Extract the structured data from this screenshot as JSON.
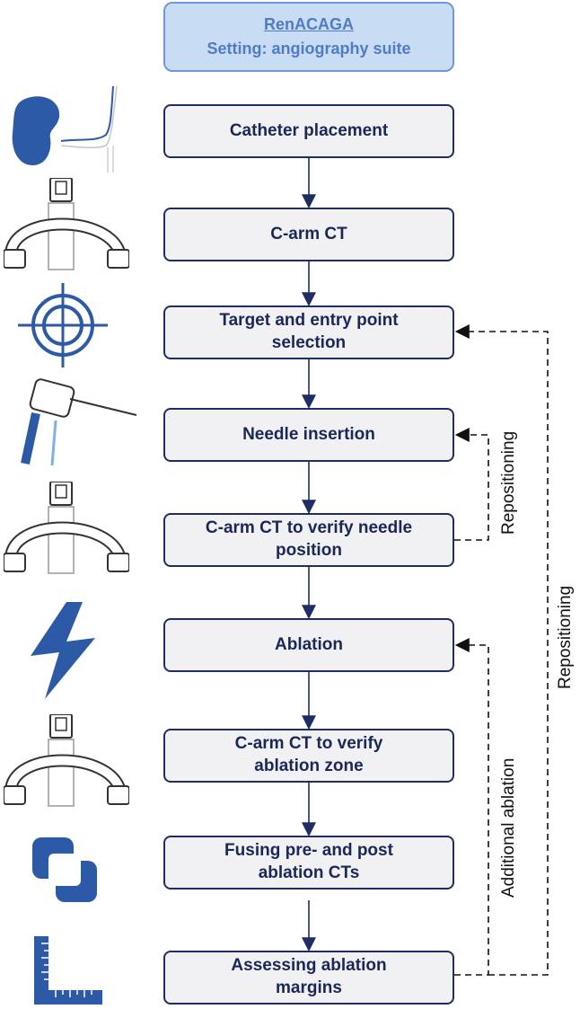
{
  "header": {
    "title": "RenACAGA",
    "subtitle": "Setting: angiography suite"
  },
  "steps": [
    {
      "label": "Catheter placement",
      "icon": "kidney-catheter-icon"
    },
    {
      "label": "C-arm CT",
      "icon": "c-arm-icon"
    },
    {
      "label": "Target and entry point\nselection",
      "icon": "target-crosshair-icon"
    },
    {
      "label": "Needle insertion",
      "icon": "needle-icon"
    },
    {
      "label": "C-arm CT to verify needle\nposition",
      "icon": "c-arm-icon"
    },
    {
      "label": "Ablation",
      "icon": "lightning-icon"
    },
    {
      "label": "C-arm CT to verify\nablation zone",
      "icon": "c-arm-icon"
    },
    {
      "label": "Fusing pre- and post\nablation CTs",
      "icon": "fusion-icon"
    },
    {
      "label": "Assessing ablation\nmargins",
      "icon": "ruler-square-icon"
    }
  ],
  "loops": {
    "needle_repositioning": "Repositioning",
    "additional_ablation": "Additional  ablation",
    "target_repositioning": "Repositioning"
  },
  "colors": {
    "box_border": "#1f2d63",
    "box_fill": "#f1f1f3",
    "text": "#1a2757",
    "header_fill": "#c8dcf4",
    "header_text": "#4f7cc2",
    "icon_blue": "#2d5aa6"
  }
}
